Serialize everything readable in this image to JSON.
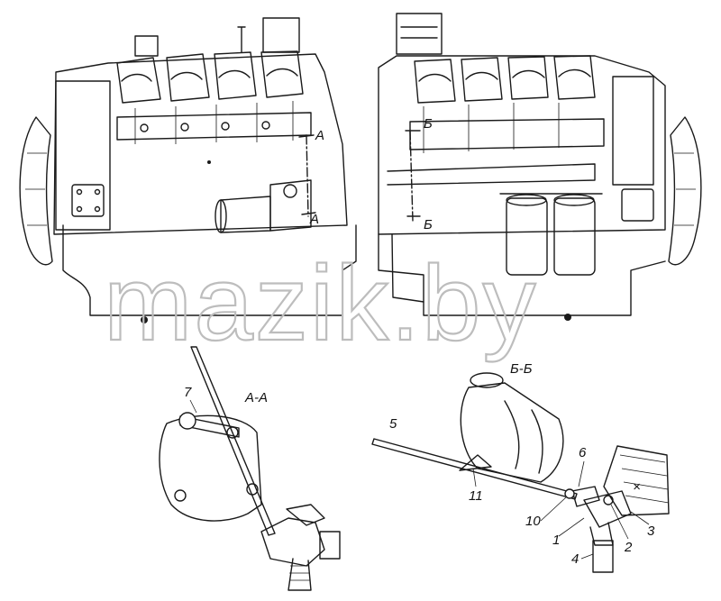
{
  "watermark": "mazik.by",
  "views": {
    "left_view": {
      "section_mark": "А"
    },
    "right_view": {
      "section_mark": "Б"
    }
  },
  "details": {
    "detail_a": {
      "title": "А-А",
      "callouts": [
        "7"
      ]
    },
    "detail_b": {
      "title": "Б-Б",
      "callouts": [
        "5",
        "6",
        "11",
        "10",
        "1",
        "2",
        "3",
        "4"
      ]
    }
  }
}
